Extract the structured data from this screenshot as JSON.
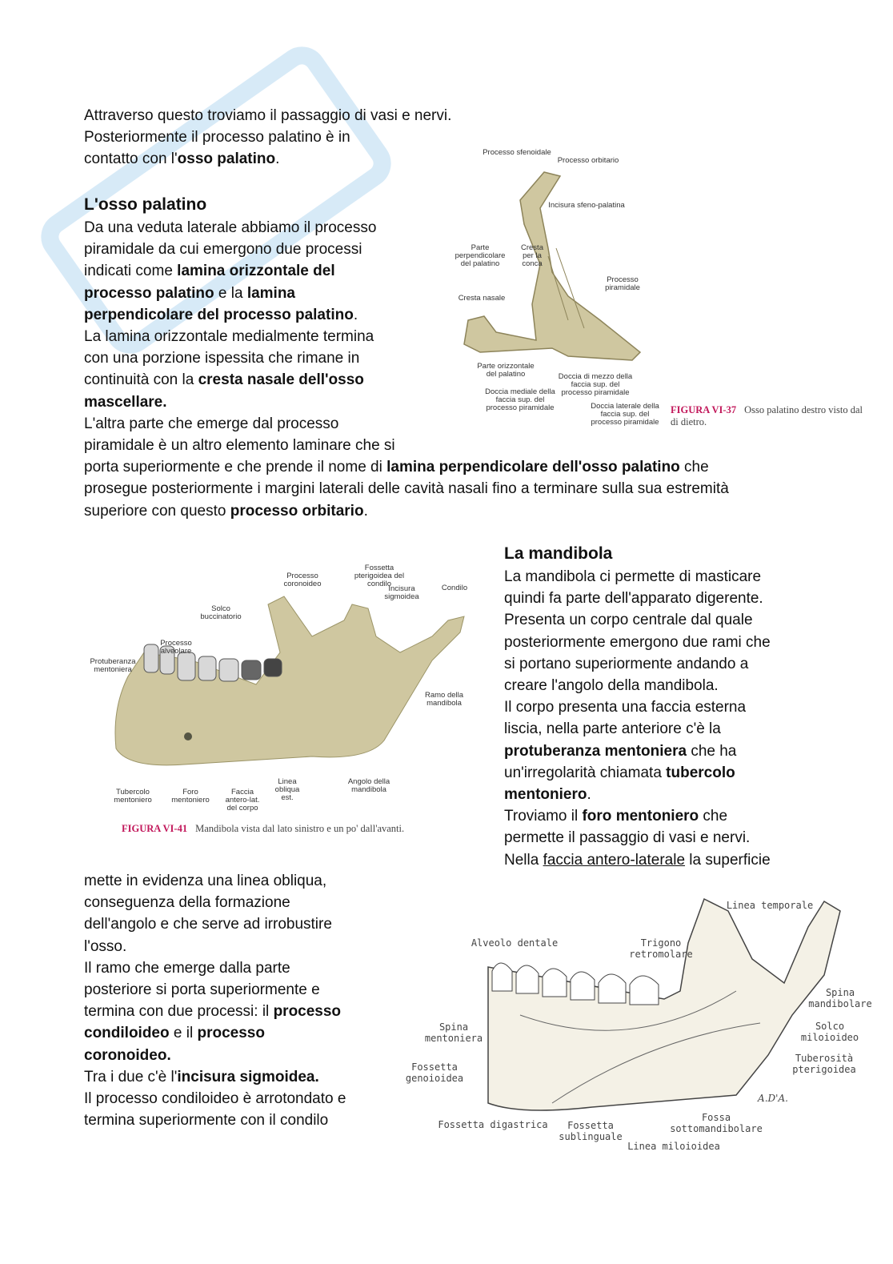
{
  "intro_lines": [
    [
      [
        "Attraverso questo troviamo il passaggio di vasi e nervi.",
        0
      ]
    ],
    [
      [
        "Posteriormente il processo palatino è in",
        0
      ]
    ],
    [
      [
        "contatto con l'",
        0
      ],
      [
        "osso palatino",
        1
      ],
      [
        ".",
        0
      ]
    ]
  ],
  "palatino": {
    "heading": "L'osso palatino",
    "lines": [
      [
        [
          "Da una veduta laterale abbiamo il processo",
          0
        ]
      ],
      [
        [
          "piramidale da cui emergono due processi",
          0
        ]
      ],
      [
        [
          "indicati come ",
          0
        ],
        [
          "lamina orizzontale del",
          1
        ]
      ],
      [
        [
          "processo palatino",
          1
        ],
        [
          " e la ",
          0
        ],
        [
          "lamina",
          1
        ]
      ],
      [
        [
          "perpendicolare del processo palatino",
          1
        ],
        [
          ".",
          0
        ]
      ],
      [
        [
          "La lamina orizzontale medialmente termina",
          0
        ]
      ],
      [
        [
          "con una porzione ispessita che rimane in",
          0
        ]
      ],
      [
        [
          "continuità con la ",
          0
        ],
        [
          "cresta nasale dell'osso",
          1
        ]
      ],
      [
        [
          "mascellare.",
          1
        ]
      ],
      [
        [
          "L'altra parte che emerge dal processo",
          0
        ]
      ],
      [
        [
          "piramidale è un altro elemento laminare che si",
          0
        ]
      ],
      [
        [
          "porta superiormente e che prende il nome di ",
          0
        ],
        [
          "lamina perpendicolare dell'osso palatino",
          1
        ],
        [
          " che",
          0
        ]
      ],
      [
        [
          "prosegue posteriormente i margini laterali delle cavità nasali fino a terminare sulla sua estremità",
          0
        ]
      ],
      [
        [
          "superiore con questo ",
          0
        ],
        [
          "processo orbitario",
          1
        ],
        [
          ".",
          0
        ]
      ]
    ]
  },
  "figure_palatino": {
    "labels": [
      "Processo sfenoidale",
      "Processo orbitario",
      "Incisura sfeno-palatina",
      "Parte perpendicolare del palatino",
      "Cresta per la conca",
      "Processo piramidale",
      "Cresta nasale",
      "Parte orizzontale del palatino",
      "Doccia di mezzo della faccia sup. del processo piramidale",
      "Doccia mediale della faccia sup. del processo piramidale",
      "Doccia laterale della faccia sup. del processo piramidale"
    ],
    "caption_num": "FIGURA VI-37",
    "caption_text": "Osso palatino destro visto dal",
    "caption_text2": "di dietro."
  },
  "mandibola": {
    "heading": "La mandibola",
    "lines": [
      [
        [
          "La mandibola ci permette di masticare",
          0
        ]
      ],
      [
        [
          "quindi fa parte dell'apparato digerente.",
          0
        ]
      ],
      [
        [
          "Presenta un corpo centrale dal quale",
          0
        ]
      ],
      [
        [
          "posteriormente emergono due rami che",
          0
        ]
      ],
      [
        [
          "si portano superiormente andando a",
          0
        ]
      ],
      [
        [
          "creare l'angolo della mandibola.",
          0
        ]
      ],
      [
        [
          "Il corpo presenta una faccia esterna",
          0
        ]
      ],
      [
        [
          "liscia, nella parte anteriore c'è la",
          0
        ]
      ],
      [
        [
          "protuberanza mentoniera",
          1
        ],
        [
          " che ha",
          0
        ]
      ],
      [
        [
          "un'irregolarità chiamata ",
          0
        ],
        [
          "tubercolo",
          1
        ]
      ],
      [
        [
          "mentoniero",
          1
        ],
        [
          ".",
          0
        ]
      ],
      [
        [
          "Troviamo il ",
          0
        ],
        [
          "foro mentoniero",
          1
        ],
        [
          " che",
          0
        ]
      ],
      [
        [
          "permette il passaggio di vasi e nervi.",
          0
        ]
      ],
      [
        [
          "Nella ",
          0
        ],
        [
          "faccia antero-laterale",
          2
        ],
        [
          " la superficie",
          0
        ]
      ]
    ],
    "lines2": [
      [
        [
          "mette in evidenza una linea obliqua,",
          0
        ]
      ],
      [
        [
          "conseguenza della formazione",
          0
        ]
      ],
      [
        [
          "dell'angolo e che serve ad irrobustire",
          0
        ]
      ],
      [
        [
          "l'osso.",
          0
        ]
      ],
      [
        [
          "Il ramo che emerge dalla parte",
          0
        ]
      ],
      [
        [
          "posteriore si porta superiormente e",
          0
        ]
      ],
      [
        [
          "termina con due processi: il ",
          0
        ],
        [
          "processo",
          1
        ]
      ],
      [
        [
          "condiloideo",
          1
        ],
        [
          " e il ",
          0
        ],
        [
          "processo",
          1
        ]
      ],
      [
        [
          "coronoideo.",
          1
        ]
      ],
      [
        [
          "Tra i due c'è l'",
          0
        ],
        [
          "incisura sigmoidea.",
          1
        ]
      ],
      [
        [
          "Il processo condiloideo è arrotondato e",
          0
        ]
      ],
      [
        [
          "termina superiormente con il condilo",
          0
        ]
      ]
    ]
  },
  "figure_mandibola": {
    "labels": [
      "Processo coronoideo",
      "Fossetta pterigoidea del condilo",
      "Incisura sigmoidea",
      "Condilo",
      "Solco buccinatorio",
      "Processo alveolare",
      "Protuberanza mentoniera",
      "Ramo della mandibola",
      "Tubercolo mentoniero",
      "Foro mentoniero",
      "Faccia antero-lat. del corpo",
      "Linea obliqua est.",
      "Angolo della mandibola"
    ],
    "caption_num": "FIGURA VI-41",
    "caption_text": "Mandibola vista dal lato sinistro e un po' dall'avanti."
  },
  "figure_mandibola_mediale": {
    "labels": [
      "Linea temporale",
      "Alveolo dentale",
      "Trigono retromolare",
      "Spina mandibolare",
      "Solco miloioideo",
      "Tuberosità pterigoidea",
      "Spina mentoniera",
      "Fossetta genoioidea",
      "Fossetta digastrica",
      "Fossetta sublinguale",
      "Fossa sottomandibolare",
      "Linea miloioidea"
    ],
    "signature": "A.D'A."
  },
  "colors": {
    "bone": "#cfc7a0",
    "caption_accent": "#c2185b",
    "watermark": "#2a8fd6"
  }
}
